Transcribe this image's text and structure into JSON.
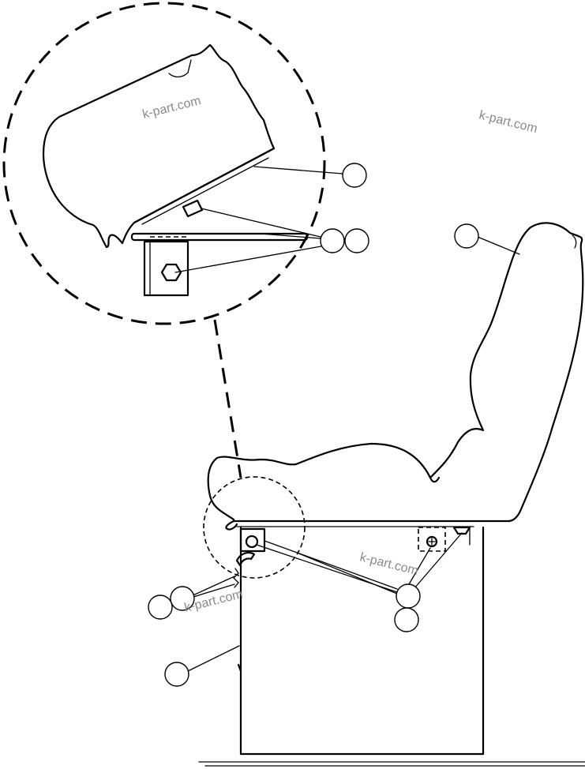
{
  "watermarks": [
    "k-part.com",
    "k-part.com",
    "k-part.com",
    "k-part.com"
  ],
  "callout_count": 9,
  "icons": [
    "seat-back",
    "seat-cushion",
    "seat-pedestal",
    "detail-circle",
    "adjust-lever",
    "hex-bolt"
  ]
}
